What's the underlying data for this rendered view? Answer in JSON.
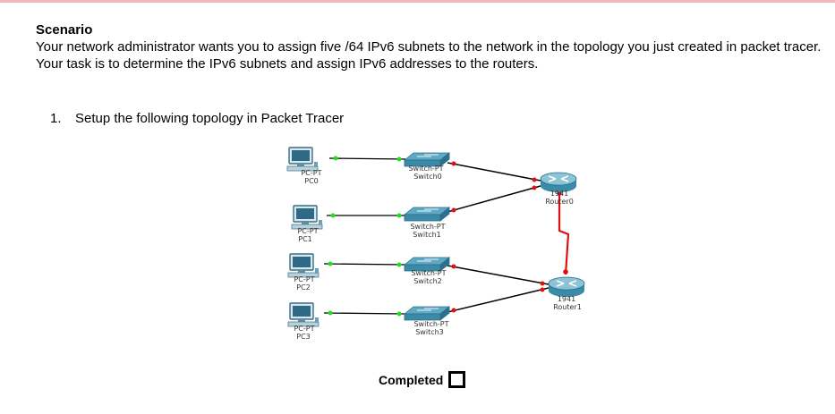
{
  "scenario": {
    "heading": "Scenario",
    "text": "Your network administrator wants you to assign five /64 IPv6 subnets to the network in the topology you just created in packet tracer. Your task is to determine the IPv6 subnets and assign IPv6 addresses to the routers."
  },
  "step": {
    "number": "1.",
    "text": "Setup the following topology in Packet Tracer"
  },
  "topology": {
    "pcs": [
      {
        "type": "PC-PT",
        "name": "PC0"
      },
      {
        "type": "PC-PT",
        "name": "PC1"
      },
      {
        "type": "PC-PT",
        "name": "PC2"
      },
      {
        "type": "PC-PT",
        "name": "PC3"
      }
    ],
    "switches": [
      {
        "type": "Switch-PT",
        "name": "Switch0"
      },
      {
        "type": "Switch-PT",
        "name": "Switch1"
      },
      {
        "type": "Switch-PT",
        "name": "Switch2"
      },
      {
        "type": "Switch-PT",
        "name": "Switch3"
      }
    ],
    "routers": [
      {
        "model": "1941",
        "name": "Router0"
      },
      {
        "model": "1941",
        "name": "Router1"
      }
    ],
    "colors": {
      "link": "#000000",
      "serial": "#e01010",
      "up": "#22dd22",
      "down": "#e01010",
      "device": "#3a8aa8"
    }
  },
  "completed": {
    "label": "Completed"
  }
}
